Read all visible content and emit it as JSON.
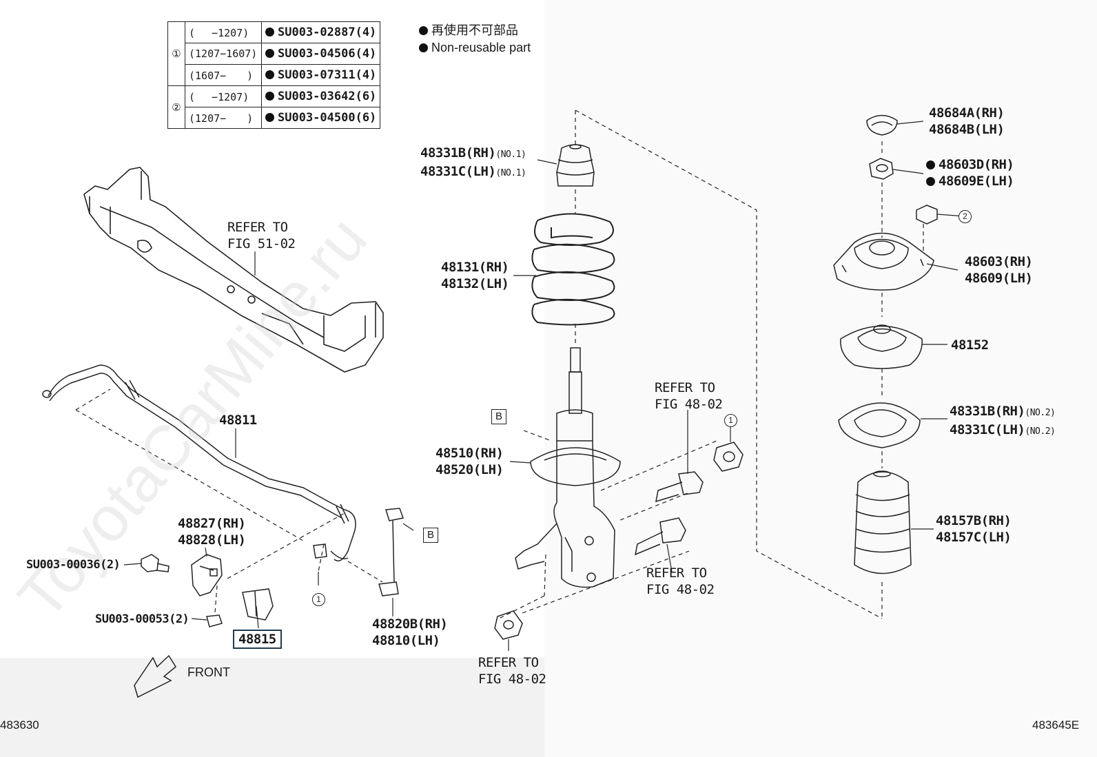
{
  "table": {
    "rows": [
      {
        "group": "①",
        "range": "(　 −1207)",
        "part": "SU003-02887(4)"
      },
      {
        "group": "",
        "range": "(1207−1607)",
        "part": "SU003-04506(4)"
      },
      {
        "group": "",
        "range": "(1607−　　)",
        "part": "SU003-07311(4)"
      },
      {
        "group": "②",
        "range": "(　 −1207)",
        "part": "SU003-03642(6)"
      },
      {
        "group": "",
        "range": "(1207−　　)",
        "part": "SU003-04500(6)"
      }
    ]
  },
  "legend": {
    "jp": "再使用不可部品",
    "en": "Non-reusable part"
  },
  "labels": {
    "refer_51": [
      "REFER TO",
      "FIG 51-02"
    ],
    "p48811": "48811",
    "p48827": [
      "48827(RH)",
      "48828(LH)"
    ],
    "su36": "SU003-00036(2)",
    "su53": "SU003-00053(2)",
    "p48815": "48815",
    "p48820": [
      "48820B(RH)",
      "48810(LH)"
    ],
    "front": "FRONT",
    "p48331_no1": [
      "48331B(RH)",
      "48331C(LH)"
    ],
    "no1": "(NO.1)",
    "p48131": [
      "48131(RH)",
      "48132(LH)"
    ],
    "p48510": [
      "48510(RH)",
      "48520(LH)"
    ],
    "refer_48a": [
      "REFER TO",
      "FIG 48-02"
    ],
    "refer_48b": [
      "REFER TO",
      "FIG 48-02"
    ],
    "refer_48c": [
      "REFER TO",
      "FIG 48-02"
    ],
    "p48684": [
      "48684A(RH)",
      "48684B(LH)"
    ],
    "p48603d": [
      "48603D(RH)",
      "48609E(LH)"
    ],
    "p48603": [
      "48603(RH)",
      "48609(LH)"
    ],
    "p48152": "48152",
    "p48331_no2": [
      "48331B(RH)",
      "48331C(LH)"
    ],
    "no2": "(NO.2)",
    "p48157": [
      "48157B(RH)",
      "48157C(LH)"
    ],
    "b": "B",
    "one": "1",
    "two": "2",
    "id_left": "483630",
    "id_right": "483645E",
    "watermark": "ToyotaCarMine.ru"
  },
  "colors": {
    "paper": "#ffffff",
    "outer": "#f2f2f2",
    "ink": "#1a1a1a",
    "highlight": "#1f3a4d"
  }
}
